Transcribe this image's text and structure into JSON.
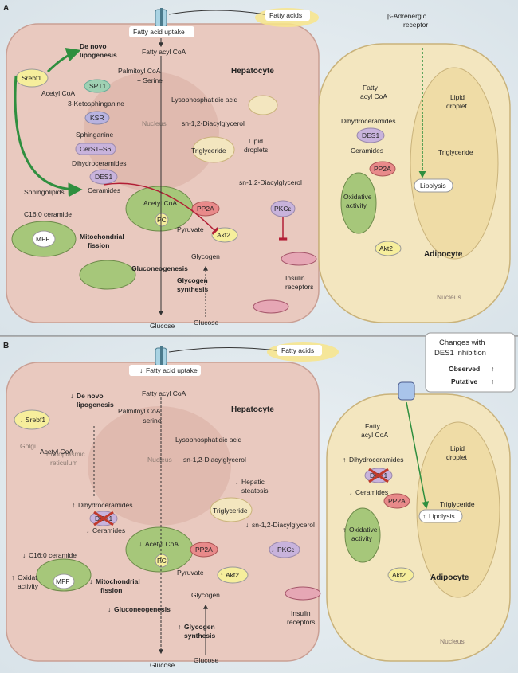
{
  "panels": [
    {
      "tag": "A",
      "hepatocyte": {
        "title": "Hepatocyte",
        "nucleus": "Nucleus",
        "fatty_acid_uptake": "Fatty acid uptake",
        "de_novo": [
          "De novo",
          "lipogenesis"
        ],
        "srebf1": "Srebf1",
        "acetyl_coa": "Acetyl CoA",
        "fatty_acyl_coa": "Fatty acyl CoA",
        "palmitoyl_coa": "Palmitoyl CoA",
        "serine": "+ Serine",
        "spt1": "SPT1",
        "ketosphinganine": "3-Ketosphinganine",
        "ksr": "KSR",
        "sphinganine": "Sphinganine",
        "cers": "CerS1–S6",
        "dihydroceramides": "Dihydroceramides",
        "des1": "DES1",
        "sphingolipids": "Sphingolipids",
        "ceramides": "Ceramides",
        "c16": "C16:0 ceramide",
        "mff": "MFF",
        "mito_fission": [
          "Mitochondrial",
          "fission"
        ],
        "mito_acetyl": "Acetyl CoA",
        "pc": "PC",
        "pyruvate": "Pyruvate",
        "pp2a": "PP2A",
        "akt2": "Akt2",
        "glycogen": "Glycogen",
        "glycogen_synth": [
          "Glycogen",
          "synthesis"
        ],
        "gluconeogenesis": "Gluconeogenesis",
        "glucose_out": "Glucose",
        "glucose_in": "Glucose",
        "lysophosphatidic": "Lysophosphatidic acid",
        "diacylglycerol": "sn-1,2-Diacylglycerol",
        "triglyceride": "Triglyceride",
        "lipid_droplets": [
          "Lipid",
          "droplets"
        ],
        "dag2": "sn-1,2-Diacylglycerol",
        "pkce": "PKCε",
        "insulin_receptors": [
          "Insulin",
          "receptors"
        ]
      },
      "fatty_acids": "Fatty acids",
      "beta_receptor": [
        "β-Adrenergic",
        "receptor"
      ],
      "adipocyte": {
        "title": "Adipocyte",
        "nucleus": "Nucleus",
        "fatty_acyl": [
          "Fatty",
          "acyl CoA"
        ],
        "dihydroceramides": "Dihydroceramides",
        "des1": "DES1",
        "ceramides": "Ceramides",
        "pp2a": "PP2A",
        "lipolysis": "Lipolysis",
        "oxidative": [
          "Oxidative",
          "activity"
        ],
        "akt2": "Akt2",
        "lipid_droplet": [
          "Lipid",
          "droplet"
        ],
        "triglyceride": "Triglyceride"
      }
    },
    {
      "tag": "B",
      "hepatocyte": {
        "title": "Hepatocyte",
        "nucleus": "Nucleus",
        "golgi": "Golgi",
        "er": [
          "Endoplasmic",
          "reticulum"
        ],
        "fatty_acid_uptake": "Fatty acid uptake",
        "de_novo": [
          "De novo",
          "lipogenesis"
        ],
        "srebf1": "Srebf1",
        "acetyl_coa": "Acetyl CoA",
        "fatty_acyl_coa": "Fatty acyl CoA",
        "palmitoyl_coa": "Palmitoyl CoA",
        "serine": "+ serine",
        "dihydroceramides": "Dihydroceramides",
        "des1": "DES1",
        "ceramides": "Ceramides",
        "c16": "C16:0 ceramide",
        "oxidative": [
          "Oxidative",
          "activity"
        ],
        "mff": "MFF",
        "mito_fission": [
          "Mitochondrial",
          "fission"
        ],
        "mito_acetyl": "Acetyl CoA",
        "pc": "PC",
        "pyruvate": "Pyruvate",
        "pp2a": "PP2A",
        "akt2": "Akt2",
        "glycogen": "Glycogen",
        "glycogen_synth": [
          "Glycogen",
          "synthesis"
        ],
        "gluconeogenesis": "Gluconeogenesis",
        "glucose_out": "Glucose",
        "glucose_in": "Glucose",
        "lysophosphatidic": "Lysophosphatidic acid",
        "diacylglycerol": "sn-1,2-Diacylglycerol",
        "hepatic": [
          "Hepatic",
          "steatosis"
        ],
        "triglyceride": "Triglyceride",
        "dag2": "sn-1,2-Diacylglycerol",
        "pkce": "PKCε",
        "insulin_receptors": [
          "Insulin",
          "receptors"
        ]
      },
      "fatty_acids": "Fatty acids",
      "legend": {
        "title": [
          "Changes with",
          "DES1 inhibition"
        ],
        "observed": "Observed",
        "putative": "Putative",
        "observed_color": "#8b1a7e",
        "putative_color": "#1a6fb3"
      },
      "adipocyte": {
        "title": "Adipocyte",
        "nucleus": "Nucleus",
        "fatty_acyl": [
          "Fatty",
          "acyl CoA"
        ],
        "dihydroceramides": "Dihydroceramides",
        "des1": "DES1",
        "ceramides": "Ceramides",
        "pp2a": "PP2A",
        "lipolysis": "Lipolysis",
        "oxidative": [
          "Oxidative",
          "activity"
        ],
        "akt2": "Akt2",
        "lipid_droplet": [
          "Lipid",
          "droplet"
        ],
        "triglyceride": "Triglyceride"
      }
    }
  ],
  "colors": {
    "cell": "#e9c9bf",
    "cell_edge": "#c99f94",
    "adipocyte": "#f3e6bf",
    "adipocyte_edge": "#c9b27a",
    "background": "#e6edf1",
    "green_arrow": "#2f8f3f",
    "red_inhibit": "#b21e35",
    "up_arrow_observed": "#8b1a7e",
    "down_arrow_putative": "#1a6fb3"
  },
  "icons": [
    "receptor-icon",
    "insulin-receptor-icon",
    "mitochondrion-icon",
    "fatty-acid-cloud-icon",
    "dna-x-icon"
  ]
}
